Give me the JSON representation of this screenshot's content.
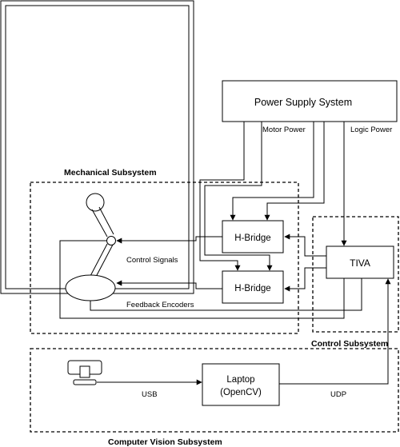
{
  "labels": {
    "power_supply": "Power Supply System",
    "motor_power": "Motor Power",
    "logic_power": "Logic Power",
    "mechanical_subsystem": "Mechanical Subsystem",
    "hbridge_top": "H-Bridge",
    "hbridge_bottom": "H-Bridge",
    "tiva": "TIVA",
    "control_signals": "Control Signals",
    "feedback_encoders": "Feedback Encoders",
    "control_subsystem": "Control Subsystem",
    "laptop_line1": "Laptop",
    "laptop_line2": "(OpenCV)",
    "usb": "USB",
    "udp": "UDP",
    "computer_vision_subsystem": "Computer Vision Subsystem"
  }
}
